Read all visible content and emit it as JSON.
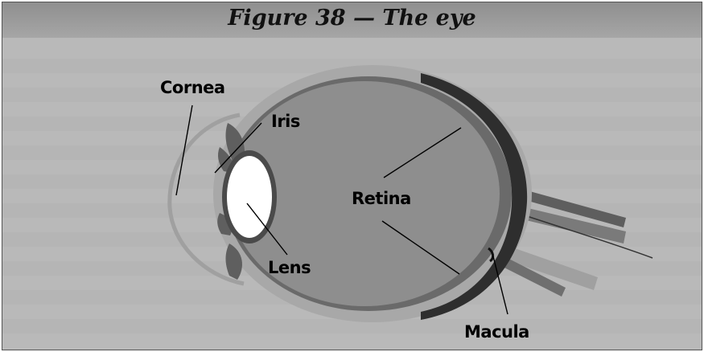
{
  "figure": {
    "title": "Figure 38 — The eye",
    "labels": {
      "cornea": "Cornea",
      "iris": "Iris",
      "lens": "Lens",
      "retina": "Retina",
      "macula": "Macula"
    }
  },
  "colors": {
    "background": "#b9b9b9",
    "eyeball": "#8e8e8e",
    "outer_coat": "#a8a8a8",
    "retina_band": "#6a6a6a",
    "choroid": "#303030",
    "lens": "#ffffff",
    "leader_line": "#000000"
  }
}
